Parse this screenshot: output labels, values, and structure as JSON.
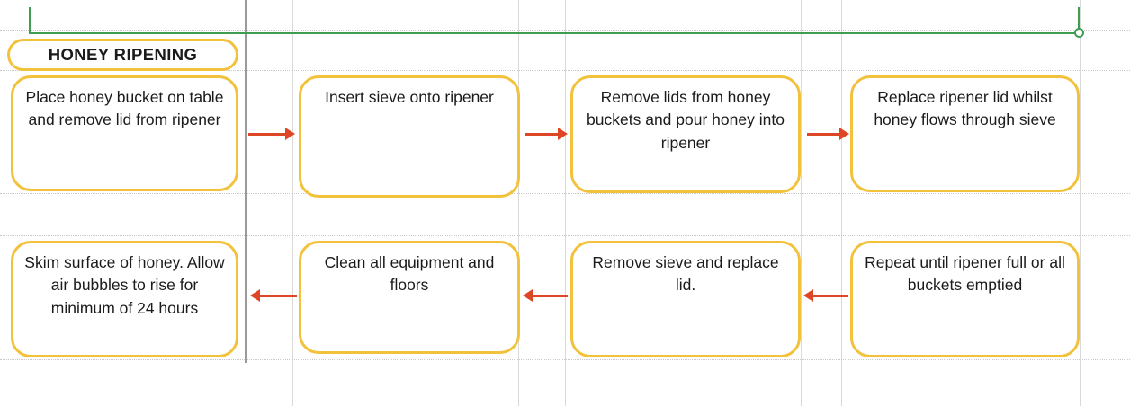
{
  "document": {
    "title": "HONEY RIPENING",
    "colors": {
      "node_border": "#f3c23c",
      "arrow": "#de4726",
      "selection": "#3f9c51",
      "gridline": "#d9d9d9",
      "pane_divider": "#9a9a9a",
      "text": "#1b1b1b",
      "background": "#ffffff"
    }
  },
  "flowchart": {
    "title_box": {
      "label": "HONEY RIPENING"
    },
    "row_top": [
      {
        "id": "step-1",
        "label": "Place honey bucket on table and remove lid from ripener"
      },
      {
        "id": "step-2",
        "label": "Insert sieve onto ripener"
      },
      {
        "id": "step-3",
        "label": "Remove lids from honey buckets and pour honey into ripener"
      },
      {
        "id": "step-4",
        "label": "Replace ripener lid whilst honey flows through sieve"
      }
    ],
    "row_bottom": [
      {
        "id": "step-8",
        "label": "Skim surface of honey. Allow air bubbles to rise for minimum of 24 hours"
      },
      {
        "id": "step-7",
        "label": "Clean all equipment and floors"
      },
      {
        "id": "step-6",
        "label": "Remove sieve and replace lid."
      },
      {
        "id": "step-5",
        "label": "Repeat until ripener full or all buckets emptied"
      }
    ],
    "connectors": [
      {
        "id": "arrow-1-2",
        "direction": "right",
        "from": "step-1",
        "to": "step-2"
      },
      {
        "id": "arrow-2-3",
        "direction": "right",
        "from": "step-2",
        "to": "step-3"
      },
      {
        "id": "arrow-3-4",
        "direction": "right",
        "from": "step-3",
        "to": "step-4"
      },
      {
        "id": "arrow-5-6",
        "direction": "left",
        "from": "step-5",
        "to": "step-6"
      },
      {
        "id": "arrow-6-7",
        "direction": "left",
        "from": "step-6",
        "to": "step-7"
      },
      {
        "id": "arrow-7-8",
        "direction": "left",
        "from": "step-7",
        "to": "step-8"
      }
    ]
  }
}
